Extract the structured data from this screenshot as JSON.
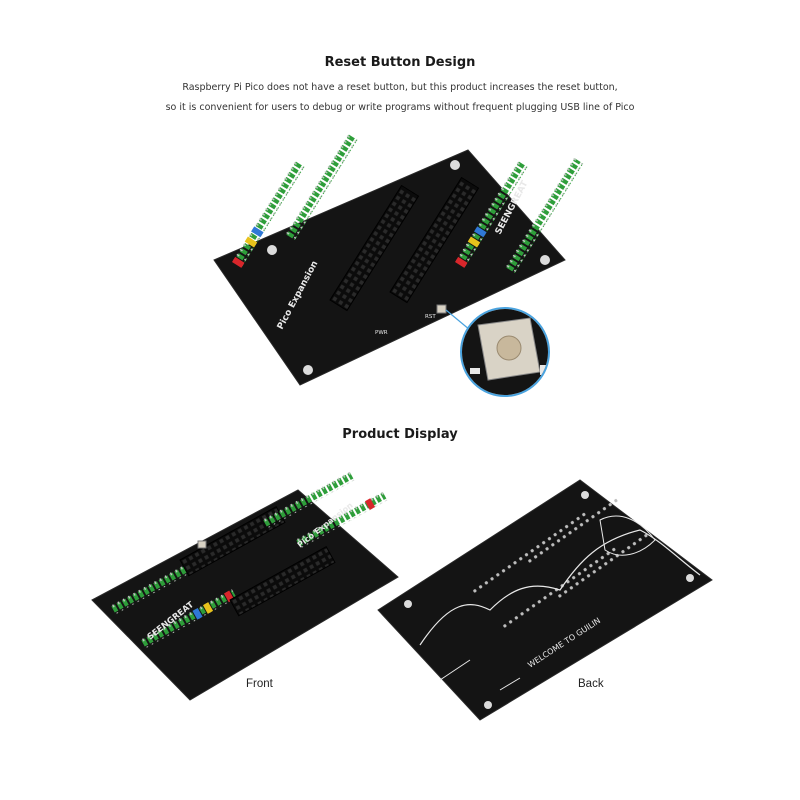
{
  "section1": {
    "title": "Reset Button Design",
    "line1": "Raspberry Pi Pico does not have a reset button, but this product increases the reset button,",
    "line2": "so it is convenient for users to debug or write programs without frequent plugging USB line of Pico"
  },
  "section2": {
    "title": "Product Display",
    "front_label": "Front",
    "back_label": "Back"
  },
  "board": {
    "brand": "SEENGREAT",
    "product_name": "Pico Expansion",
    "back_text": "WELCOME TO GUILIN",
    "reset_label": "RST",
    "power_label": "PWR"
  },
  "colors": {
    "pcb": "#141414",
    "pin_green": "#2e9e3a",
    "pin_red": "#d8262b",
    "pin_yellow": "#e8c21c",
    "pin_blue": "#2f78d6",
    "silk": "#e8e8e8",
    "callout_ring": "#4aa3df"
  }
}
